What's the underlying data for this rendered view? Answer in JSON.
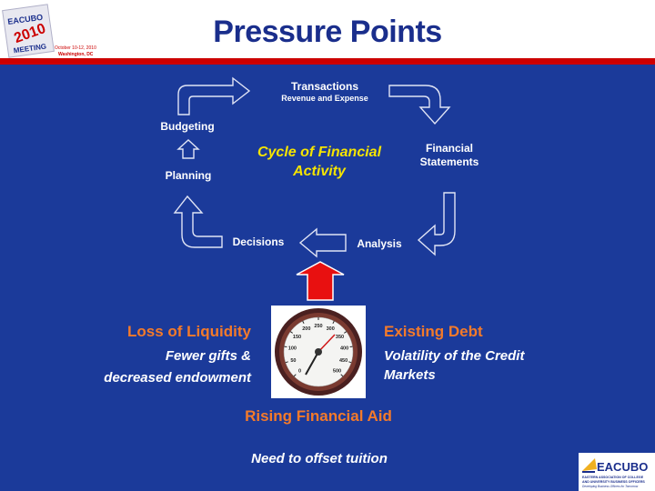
{
  "title": "Pressure Points",
  "logo_top": {
    "org": "EACUBO",
    "year": "2010",
    "line3": "MEETING",
    "date": "October 10-12, 2010",
    "place": "Washington, DC"
  },
  "cycle": {
    "center": "Cycle of Financial Activity",
    "transactions": "Transactions",
    "transactions_sub": "Revenue and Expense",
    "statements": "Financial Statements",
    "analysis": "Analysis",
    "decisions": "Decisions",
    "planning": "Planning",
    "budgeting": "Budgeting"
  },
  "points": {
    "liquidity_title": "Loss of Liquidity",
    "liquidity_desc_1": "Fewer gifts &",
    "liquidity_desc_2": "decreased endowment",
    "debt_title": "Existing Debt",
    "debt_desc": "Volatility of the Credit Markets",
    "aid_title": "Rising Financial Aid",
    "aid_desc": "Need to offset tuition"
  },
  "gauge": {
    "ticks": [
      "0",
      "50",
      "100",
      "150",
      "200",
      "250",
      "300",
      "350",
      "400",
      "450",
      "500"
    ]
  },
  "logo_bottom": {
    "name": "EACUBO",
    "line1": "EASTERN ASSOCIATION OF COLLEGE",
    "line2": "AND UNIVERSITY BUSINESS OFFICERS",
    "tagline": "Developing Business Officers for Tomorrow"
  },
  "colors": {
    "background": "#1b3a9a",
    "title": "#1a2e8c",
    "accent_red": "#cc0000",
    "cycle_text": "#f5e400",
    "point_title": "#f47a2a"
  }
}
